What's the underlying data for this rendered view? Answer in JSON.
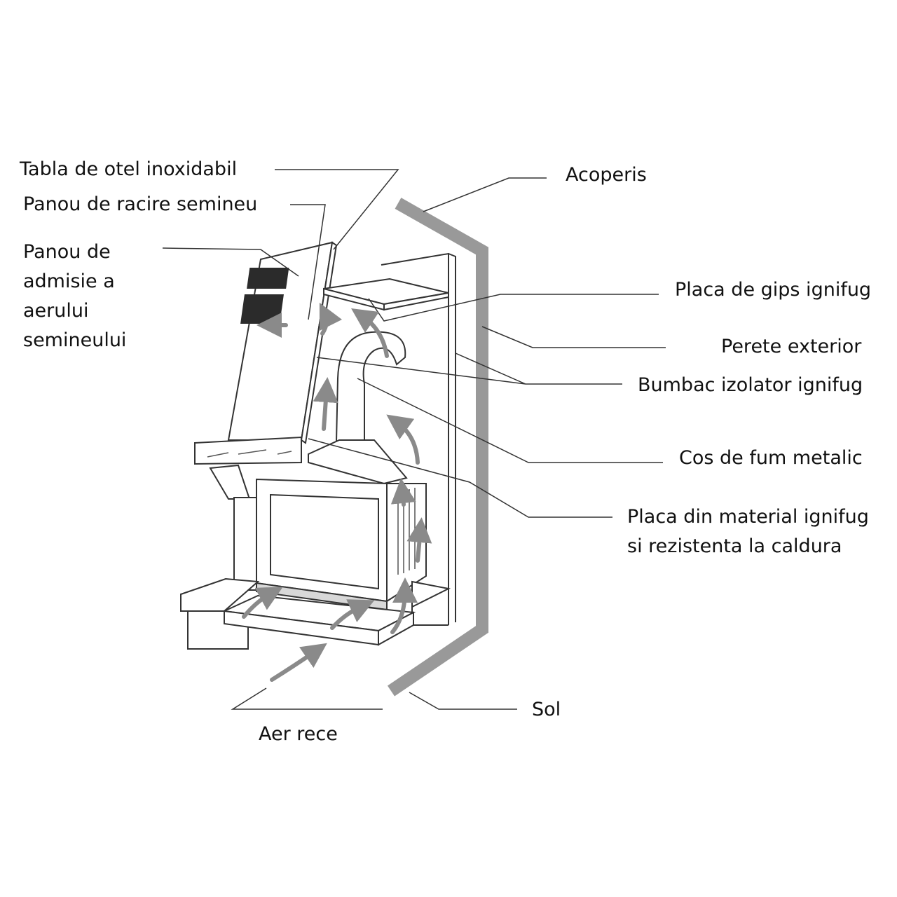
{
  "diagram": {
    "labels": {
      "tabla_otel": "Tabla de otel inoxidabil",
      "panou_racire": "Panou de racire semineu",
      "panou_admisie": [
        "Panou de",
        "admisie a",
        "aerului",
        "semineului"
      ],
      "acoperis": "Acoperis",
      "placa_gips": "Placa de gips ignifug",
      "perete_exterior": "Perete exterior",
      "bumbac_izolator": "Bumbac izolator ignifug",
      "cos_fum": "Cos de fum metalic",
      "placa_material": [
        "Placa din material ignifug",
        "si rezistenta la caldura"
      ],
      "sol": "Sol",
      "aer_rece": "Aer rece"
    },
    "colors": {
      "line": "#333333",
      "wall": "#999999",
      "arrow": "#8a8a8a",
      "vent": "#2b2b2b",
      "text": "#111111"
    }
  }
}
